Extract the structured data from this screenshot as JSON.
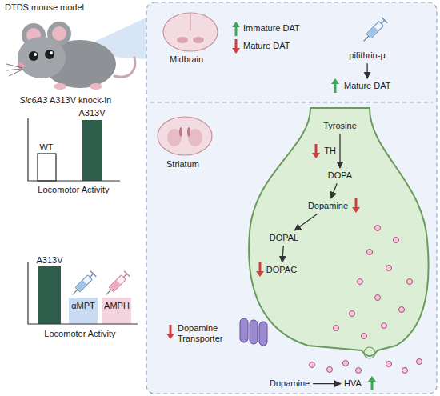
{
  "diagram": {
    "nodes": [
      {
        "text": [
          "pifithrin-μ"
        ]
      },
      {
        "text": [
          "Mature DAT"
        ]
      },
      {
        "text": [
          "Tyrosine"
        ]
      },
      {
        "text": [
          "DOPA"
        ]
      },
      {
        "text": [
          "Dopamine"
        ]
      },
      {
        "text": [
          "DOPAL"
        ]
      },
      {
        "text": [
          "DOPAC"
        ]
      },
      {
        "text": [
          "Dopamine"
        ]
      },
      {
        "text": [
          "HVA"
        ]
      }
    ],
    "edges": [
      {
        "from": 0,
        "to": 1,
        "arrow": "to"
      },
      {
        "from": 2,
        "to": 3,
        "arrow": "to",
        "label": "TH"
      },
      {
        "from": 3,
        "to": 4,
        "arrow": "to"
      },
      {
        "from": 4,
        "to": 5,
        "arrow": "to"
      },
      {
        "from": 5,
        "to": 6,
        "arrow": "to"
      },
      {
        "from": 7,
        "to": 8,
        "arrow": "to"
      }
    ],
    "labels": [
      "DTDS mouse model",
      "Slc6A3",
      "A313V knock-in",
      "WT",
      "A313V",
      "Locomotor Activity",
      "A313V",
      "αMPT",
      "AMPH",
      "Locomotor Activity",
      "Midbrain",
      "Immature DAT",
      "Mature DAT",
      "Striatum",
      "Dopamine Transporter"
    ]
  }
}
